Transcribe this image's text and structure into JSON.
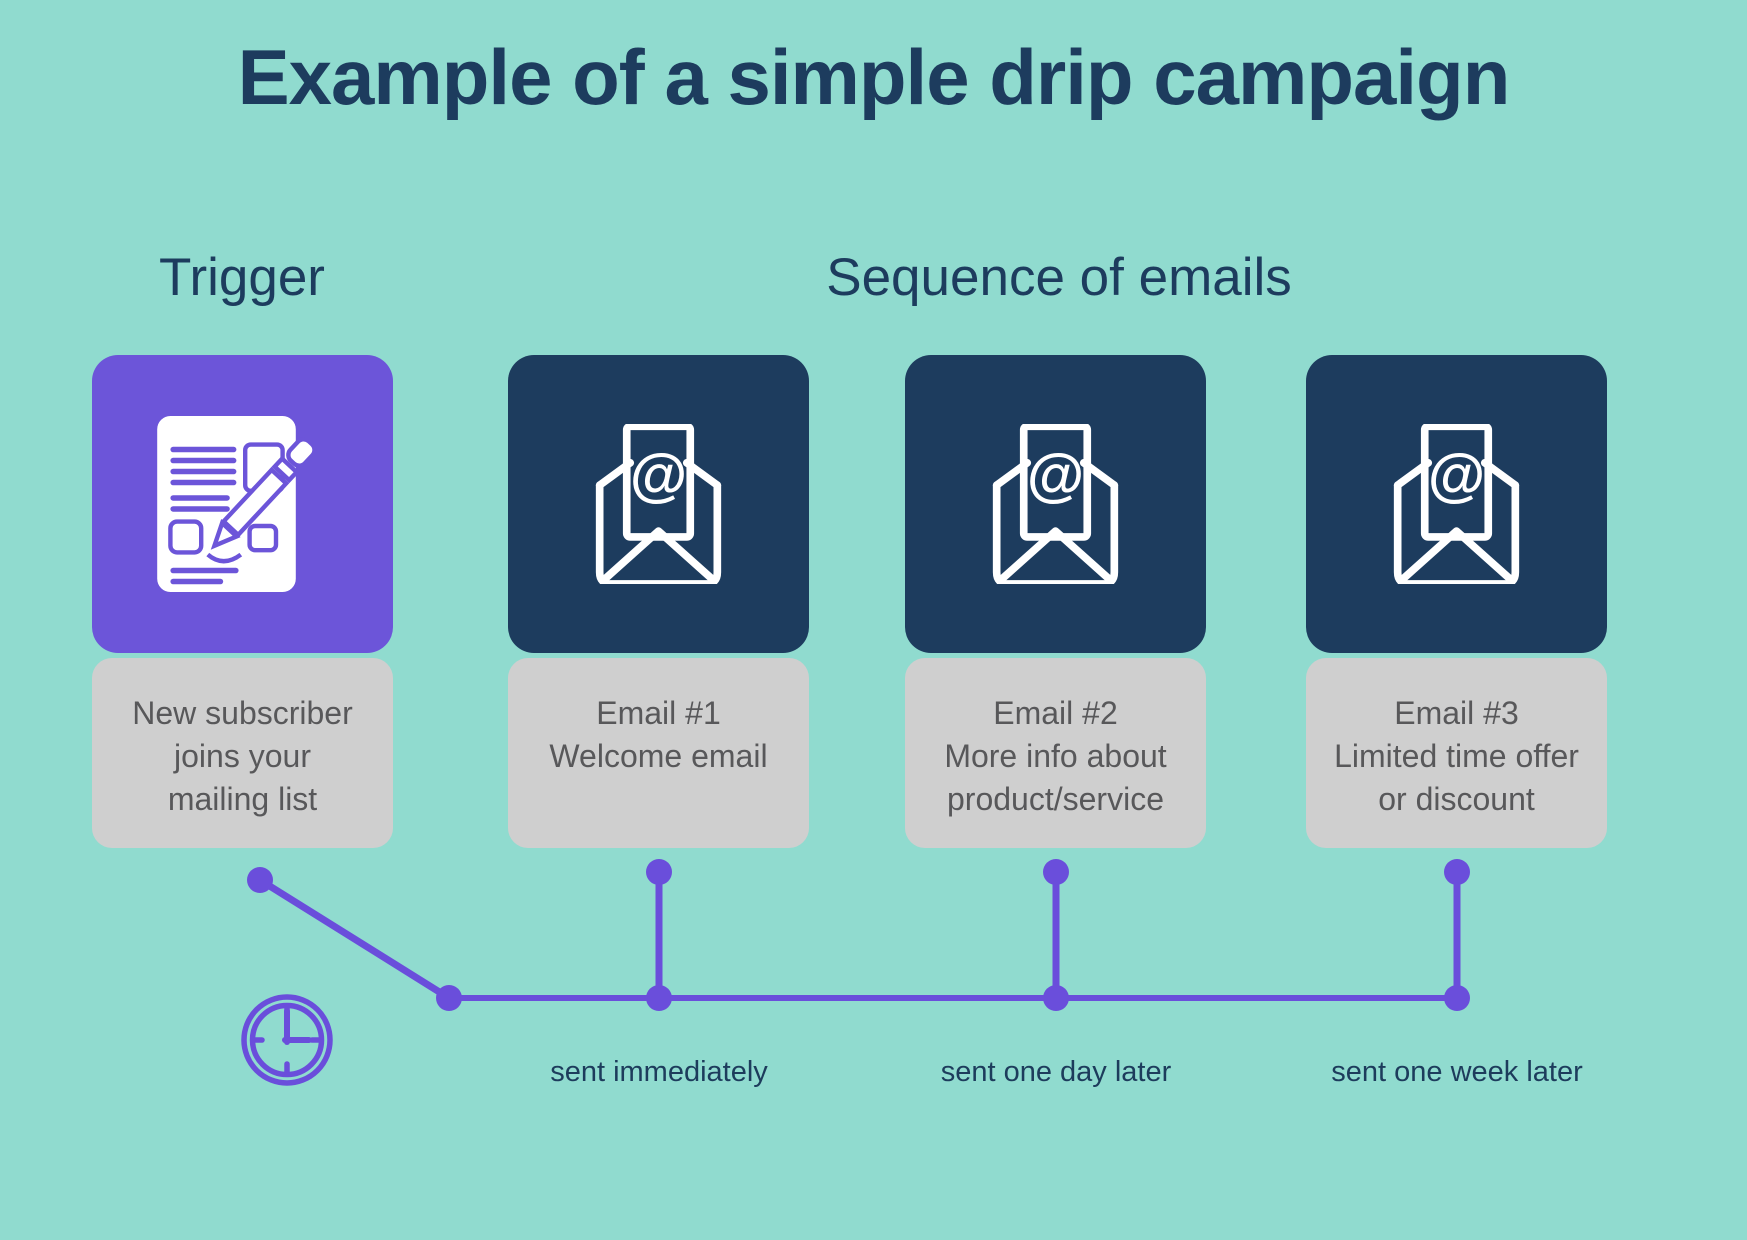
{
  "title": "Example of a simple drip campaign",
  "section_labels": {
    "trigger": "Trigger",
    "sequence": "Sequence of emails"
  },
  "steps": [
    {
      "name": "trigger-signup",
      "icon": "signup-form-icon",
      "box_style": "purple",
      "caption_lines": [
        "New subscriber",
        "joins your",
        "mailing list"
      ]
    },
    {
      "name": "email-1",
      "icon": "email-at-icon",
      "box_style": "navy",
      "caption_lines": [
        "Email #1",
        "Welcome email"
      ]
    },
    {
      "name": "email-2",
      "icon": "email-at-icon",
      "box_style": "navy",
      "caption_lines": [
        "Email #2",
        "More info about",
        "product/service"
      ]
    },
    {
      "name": "email-3",
      "icon": "email-at-icon",
      "box_style": "navy",
      "caption_lines": [
        "Email #3",
        "Limited time offer",
        "or discount"
      ]
    }
  ],
  "timeline": {
    "clock_icon": "clock-icon",
    "labels": [
      "sent immediately",
      "sent one day later",
      "sent one week later"
    ]
  },
  "colors": {
    "background": "#90DBCF",
    "accent_purple": "#6C55D9",
    "line_purple": "#6A4EDB",
    "navy": "#1D3C5E",
    "gray_box": "#CFCFCF",
    "caption_text": "#58585A"
  }
}
